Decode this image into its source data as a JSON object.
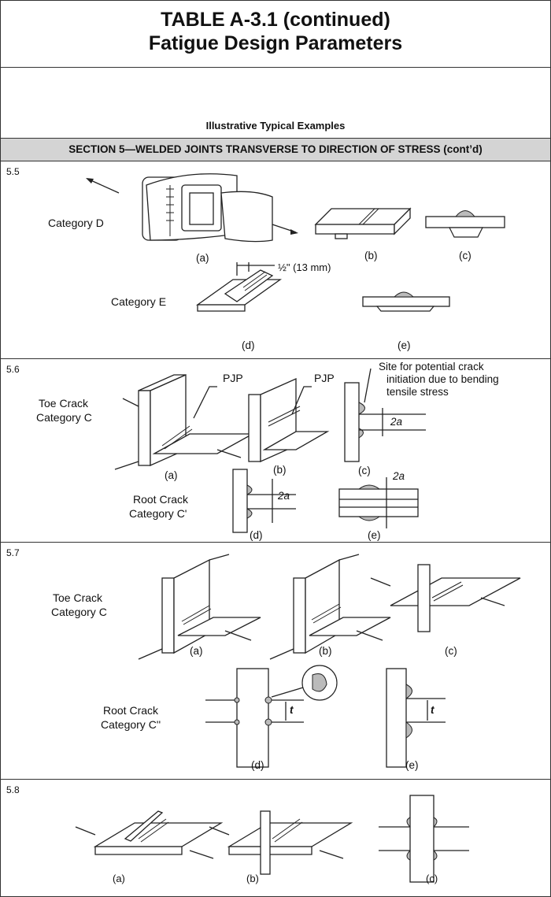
{
  "header": {
    "title_line1": "TABLE A-3.1 (continued)",
    "title_line2": "Fatigue Design Parameters",
    "subheading": "Illustrative Typical Examples",
    "section_band": "SECTION 5—WELDED JOINTS TRANSVERSE TO DIRECTION OF STRESS (cont’d)"
  },
  "rows": [
    {
      "number": "5.5",
      "category_d": "Category D",
      "category_e": "Category E",
      "dimension": "½\" (13 mm)",
      "captions": [
        "(a)",
        "(b)",
        "(c)",
        "(d)",
        "(e)"
      ]
    },
    {
      "number": "5.6",
      "toe_crack_line1": "Toe Crack",
      "toe_crack_line2": "Category C",
      "root_crack_line1": "Root Crack",
      "root_crack_line2": "Category C'",
      "pjp_label": "PJP",
      "site_note_line1": "Site for potential crack",
      "site_note_line2": "initiation due to bending",
      "site_note_line3": "tensile stress",
      "dimension": "2a",
      "captions": [
        "(a)",
        "(b)",
        "(c)",
        "(d)",
        "(e)"
      ]
    },
    {
      "number": "5.7",
      "toe_crack_line1": "Toe Crack",
      "toe_crack_line2": "Category C",
      "root_crack_line1": "Root Crack",
      "root_crack_line2": "Category C''",
      "dimension": "t",
      "captions": [
        "(a)",
        "(b)",
        "(c)",
        "(d)",
        "(e)"
      ]
    },
    {
      "number": "5.8",
      "captions": [
        "(a)",
        "(b)",
        "(c)"
      ]
    }
  ]
}
